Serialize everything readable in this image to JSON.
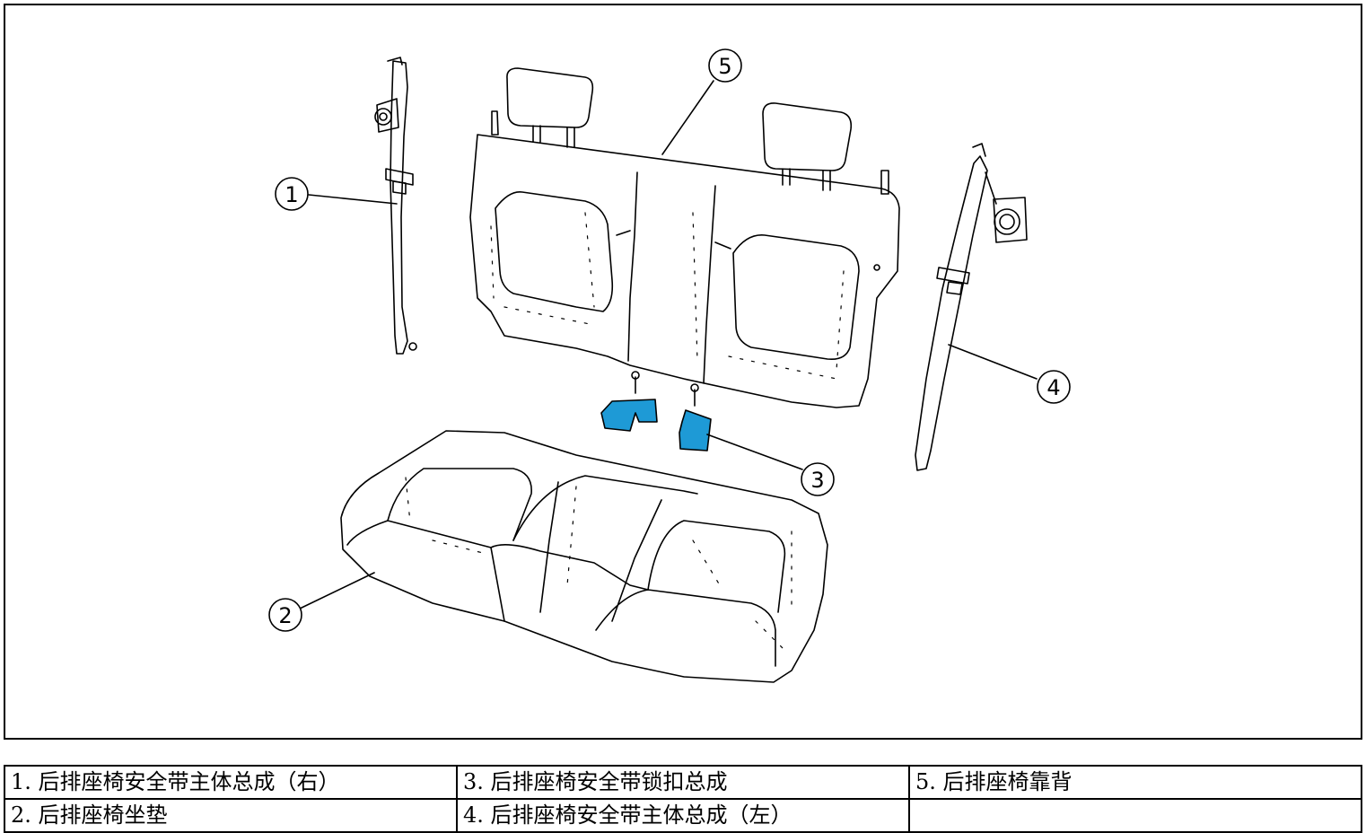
{
  "callouts": [
    {
      "number": "1"
    },
    {
      "number": "2"
    },
    {
      "number": "3"
    },
    {
      "number": "4"
    },
    {
      "number": "5"
    }
  ],
  "legend": {
    "rows": [
      [
        "1. 后排座椅安全带主体总成（右）",
        "3. 后排座椅安全带锁扣总成",
        "5. 后排座椅靠背"
      ],
      [
        "2. 后排座椅坐垫",
        "4. 后排座椅安全带主体总成（左）",
        ""
      ]
    ]
  },
  "colors": {
    "highlight": "#1e9ad6",
    "line": "#000000"
  }
}
